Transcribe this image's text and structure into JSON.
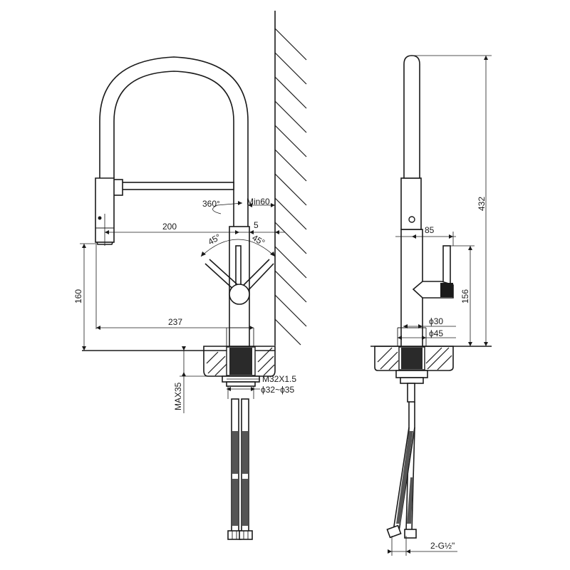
{
  "front_view": {
    "rotation_label": "360°",
    "wall_gap_label": "Min60",
    "offset_label": "5",
    "reach_label": "200",
    "angle_left_label": "45°",
    "angle_right_label": "45°",
    "height_label": "160",
    "base_width_label": "237",
    "thread_label": "M32X1.5",
    "hole_label": "ϕ32~ϕ35",
    "deck_label": "MAX35"
  },
  "side_view": {
    "total_height_label": "432",
    "depth_label": "85",
    "handle_height_label": "156",
    "spout_diameter_label": "ϕ30",
    "base_diameter_label": "ϕ45",
    "connection_label": "2-G½\""
  },
  "colors": {
    "line": "#1a1a1a",
    "background": "#ffffff"
  }
}
